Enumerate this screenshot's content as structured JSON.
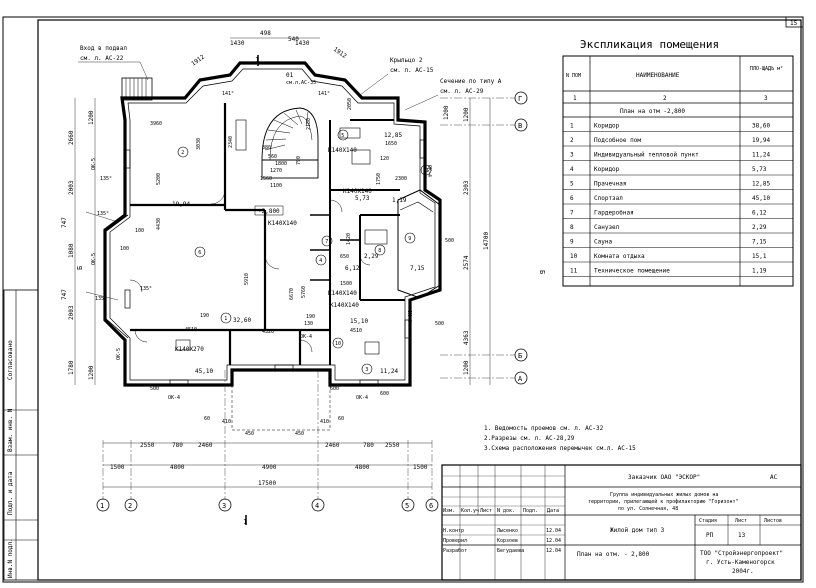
{
  "sheet": {
    "page_number": "15"
  },
  "explication": {
    "title": "Экспликация помещения",
    "headers": [
      "N ПОМ",
      "НАИМЕНОВАНИЕ",
      "ПЛО-ЩАДЬ м²"
    ],
    "header_numbers": [
      "1",
      "2",
      "3"
    ],
    "section_title": "План на отм -2,800",
    "rows": [
      {
        "n": "1",
        "name": "Коридор",
        "area": "38,60"
      },
      {
        "n": "2",
        "name": "Подсобное пом",
        "area": "19,94"
      },
      {
        "n": "3",
        "name": "Индивидуальный тепловой пункт",
        "area": "11,24"
      },
      {
        "n": "4",
        "name": "Коридор",
        "area": "5,73"
      },
      {
        "n": "5",
        "name": "Прачечная",
        "area": "12,85"
      },
      {
        "n": "6",
        "name": "Спортзал",
        "area": "45,10"
      },
      {
        "n": "7",
        "name": "Гардеробная",
        "area": "6,12"
      },
      {
        "n": "8",
        "name": "Санузел",
        "area": "2,29"
      },
      {
        "n": "9",
        "name": "Сауна",
        "area": "7,15"
      },
      {
        "n": "10",
        "name": "Комната отдыха",
        "area": "15,1"
      },
      {
        "n": "11",
        "name": "Техническое помещение",
        "area": "1,19"
      }
    ]
  },
  "plan": {
    "callouts": {
      "basement_entry_1": "Вход в подвал",
      "basement_entry_2": "см. л. АС-22",
      "porch_1": "Крыльцо 2",
      "porch_2": "см. л. АС-15",
      "section_1": "Сечение по типу А",
      "section_2": "см. л. АС-29",
      "sheet_ref": "см.л.АС-35",
      "elev_label": "-2,800"
    },
    "axes": {
      "horizontal": [
        "1",
        "2",
        "3",
        "4",
        "5",
        "6"
      ],
      "vertical": [
        "Г",
        "В",
        "Б",
        "А"
      ],
      "section_marks": [
        "1",
        "1",
        "Б",
        "Б"
      ]
    },
    "dims": {
      "top": [
        "498",
        "540",
        "1430",
        "1430",
        "1912",
        "1912",
        "01"
      ],
      "bottom_row1": [
        "2550",
        "780",
        "2460",
        "2460",
        "780",
        "2550"
      ],
      "bottom_row2": [
        "1500",
        "4800",
        "4900",
        "4800",
        "1500"
      ],
      "bottom_total": "17500",
      "left": [
        "2660",
        "2003",
        "747",
        "1080",
        "747",
        "2003",
        "1780",
        "1200",
        "1200"
      ],
      "right": [
        "1200",
        "1200",
        "2303",
        "2574",
        "14700",
        "4363",
        "1200"
      ],
      "misc": [
        "3960",
        "5200",
        "4430",
        "5910",
        "6670",
        "4510",
        "4320",
        "4510",
        "5760",
        "1500",
        "1420",
        "2300",
        "1800",
        "1560",
        "1270",
        "1100",
        "650",
        "380",
        "560",
        "3030",
        "2340",
        "2180",
        "2050",
        "1650",
        "1750",
        "790",
        "60",
        "410",
        "450",
        "450",
        "410",
        "60",
        "130",
        "190",
        "190",
        "500",
        "500",
        "100",
        "100",
        "120",
        "500",
        "600",
        "600"
      ],
      "openings": [
        "К140Х140",
        "К140Х140",
        "К140Х140",
        "К140Х140",
        "К140Х270",
        "К140Х140"
      ]
    },
    "room_areas": [
      "19,94",
      "32,60",
      "45,10",
      "11,24",
      "15,10",
      "12,85",
      "5,73",
      "7,15",
      "2,29",
      "6,12",
      "1,19"
    ],
    "room_numbers": [
      "1",
      "2",
      "3",
      "4",
      "5",
      "6",
      "7",
      "8",
      "9",
      "10",
      "11"
    ],
    "window_tags": [
      "ОК-5",
      "ОК-5",
      "ОК-5",
      "ОК-4",
      "ОК-4",
      "ОК-4",
      "ОК-4",
      "ОК-4"
    ],
    "angles": [
      "135°",
      "135°",
      "135°",
      "135°",
      "141°",
      "141°"
    ]
  },
  "notes": [
    "1. Ведомость проемов см. л. АС-32",
    "2.Разрезы см. л. АС-28,29",
    "3.Схема расположения перемычек см.л. АС-15"
  ],
  "left_strip": [
    "Согласовано",
    "Инв.N подл.",
    "Подп. и дата",
    "Взам. инв. N"
  ],
  "title_block": {
    "customer": "Заказчик ОАО \"ЭСКОР\"",
    "code": "АС",
    "project": [
      "Группа индивидуальных жилых домов на",
      "территории, прилегающей к профилакторию \"Горизонт\"",
      "по ул. Солнечная, 48"
    ],
    "building": "Жилой дом тип 3",
    "sheet_name": "План на отм. - 2,800",
    "stage_headers": [
      "Стадия",
      "Лист",
      "Листов"
    ],
    "stage_values": [
      "РП",
      "13",
      ""
    ],
    "company": [
      "ТОО \"Стройэнергопроект\"",
      "г. Усть-Каменогорск",
      "2004г."
    ],
    "column_headers": [
      "Изм.",
      "Кол.уч",
      "Лист",
      "N док.",
      "Подп.",
      "Дата"
    ],
    "people": [
      {
        "role": "Н.контр",
        "name": "Лысенко",
        "date": "12.04"
      },
      {
        "role": "Проверил",
        "name": "Корзоев",
        "date": "12.04"
      },
      {
        "role": "Разработ",
        "name": "Бегудаева",
        "date": "12.04"
      }
    ]
  }
}
